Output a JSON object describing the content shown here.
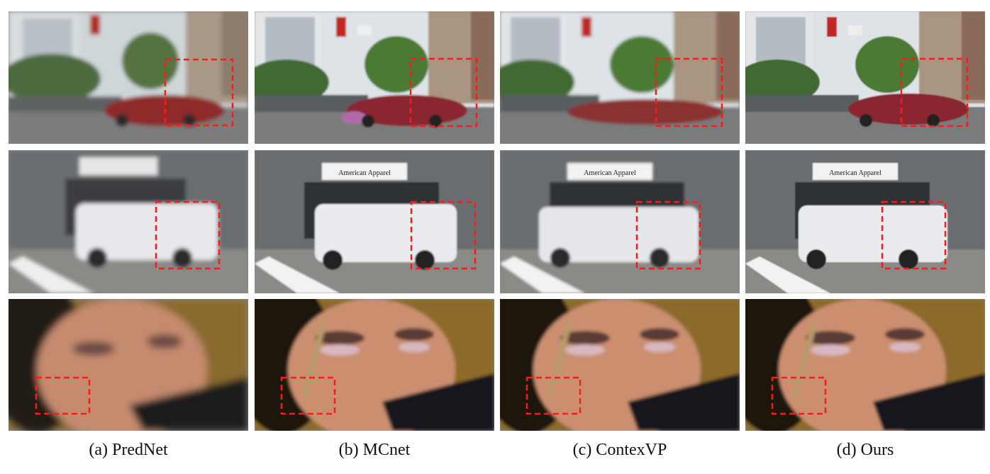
{
  "figure": {
    "columns": [
      {
        "caption": "(a) PredNet",
        "method": "PredNet"
      },
      {
        "caption": "(b) MCnet",
        "method": "MCnet"
      },
      {
        "caption": "(c) ContexVP",
        "method": "ContexVP"
      },
      {
        "caption": "(d) Ours",
        "method": "Ours"
      }
    ],
    "rows": [
      {
        "scene": "street-red-car",
        "sign_text": ""
      },
      {
        "scene": "street-white-van",
        "sign_text": "American Apparel"
      },
      {
        "scene": "face-makeup",
        "sign_text": ""
      }
    ],
    "highlight_color": "#ff1a1a"
  }
}
